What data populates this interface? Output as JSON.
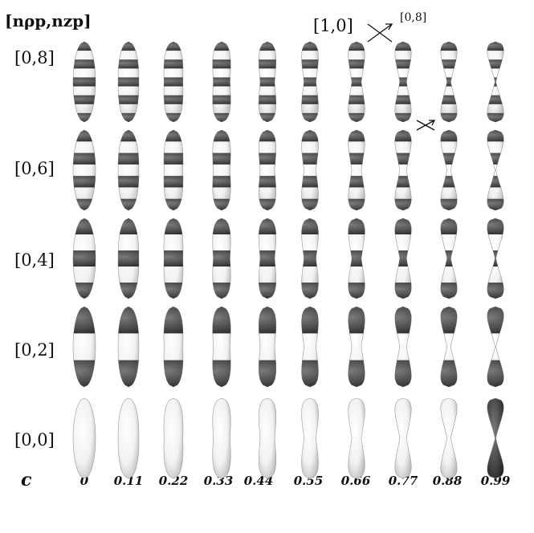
{
  "header": {
    "label": "[nρp,nzp]"
  },
  "annotation": {
    "left_state": "[1,0]",
    "right_state": "[0,8]"
  },
  "rows": [
    {
      "label": "[0,8]",
      "bands": 8
    },
    {
      "label": "[0,6]",
      "bands": 6
    },
    {
      "label": "[0,4]",
      "bands": 4
    },
    {
      "label": "[0,2]",
      "bands": 2
    },
    {
      "label": "[0,0]",
      "bands": 0
    }
  ],
  "c_axis": {
    "symbol": "c",
    "values": [
      "0",
      "0.11",
      "0.22",
      "0.33",
      "0.44",
      "0.55",
      "0.66",
      "0.77",
      "0.88",
      "0.99"
    ]
  }
}
